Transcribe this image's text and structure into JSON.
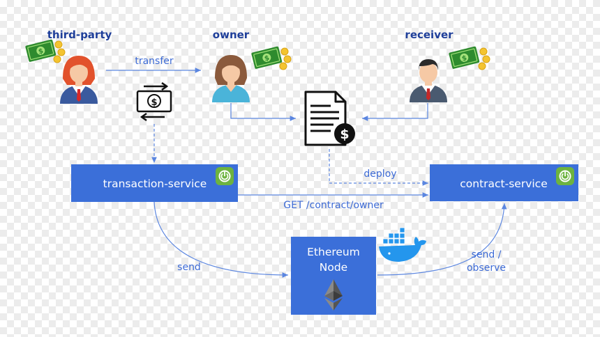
{
  "roles": {
    "third_party": "third-party",
    "owner": "owner",
    "receiver": "receiver"
  },
  "edges": {
    "transfer": "transfer",
    "deploy": "deploy",
    "get_contract_owner": "GET /contract/owner",
    "send": "send",
    "send_observe_line1": "send /",
    "send_observe_line2": "observe"
  },
  "nodes": {
    "transaction_service": "transaction-service",
    "contract_service": "contract-service",
    "ethereum_line1": "Ethereum",
    "ethereum_line2": "Node"
  },
  "icons": {
    "person": "person-icon",
    "money": "money-icon",
    "exchange": "money-exchange-icon",
    "contract": "contract-document-icon",
    "spring": "spring-boot-icon",
    "docker": "docker-whale-icon",
    "ethereum": "ethereum-icon"
  },
  "colors": {
    "service_box": "#3b6fd9",
    "role_label": "#1f3f9a",
    "edge_label": "#3d6bd6",
    "spring_green": "#6db33f",
    "docker_blue": "#2496ed"
  }
}
